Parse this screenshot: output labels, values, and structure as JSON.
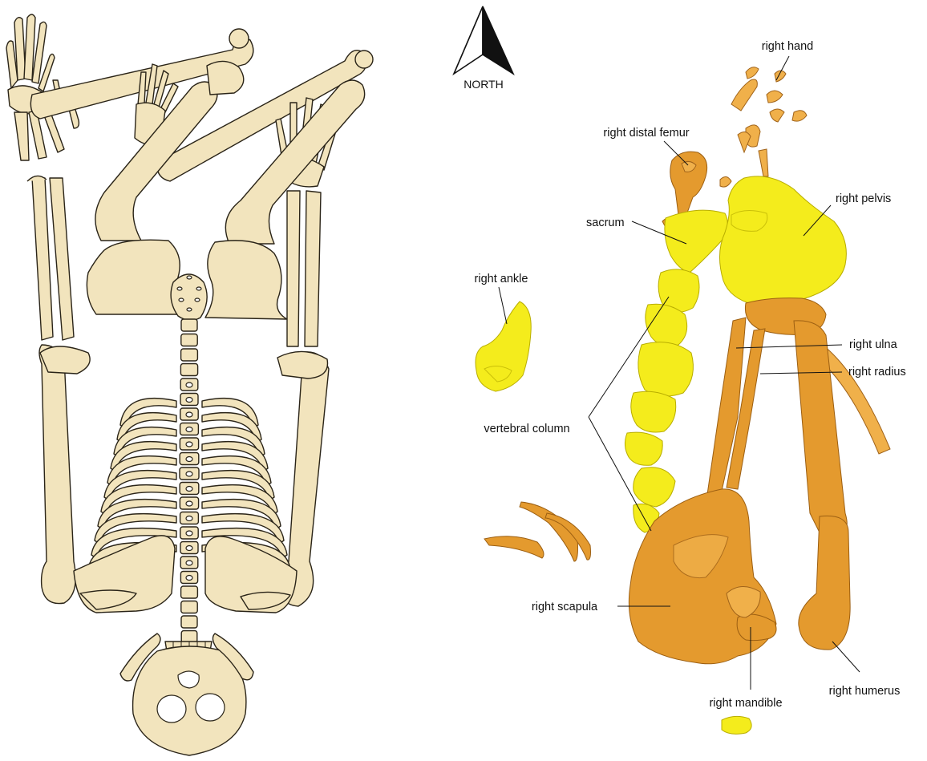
{
  "north": {
    "label": "NORTH"
  },
  "labels": {
    "right_hand": "right hand",
    "right_distal_femur": "right distal femur",
    "right_pelvis": "right pelvis",
    "sacrum": "sacrum",
    "right_ankle": "right ankle",
    "right_ulna": "right ulna",
    "right_radius": "right radius",
    "vertebral_column": "vertebral column",
    "right_scapula": "right scapula",
    "right_mandible": "right mandible",
    "right_humerus": "right humerus"
  },
  "colors": {
    "bone_fill": "#f2e4bd",
    "bone_outline": "#2a2418",
    "scan_orange": "#e49a2e",
    "scan_yellow": "#f4ec1c"
  }
}
